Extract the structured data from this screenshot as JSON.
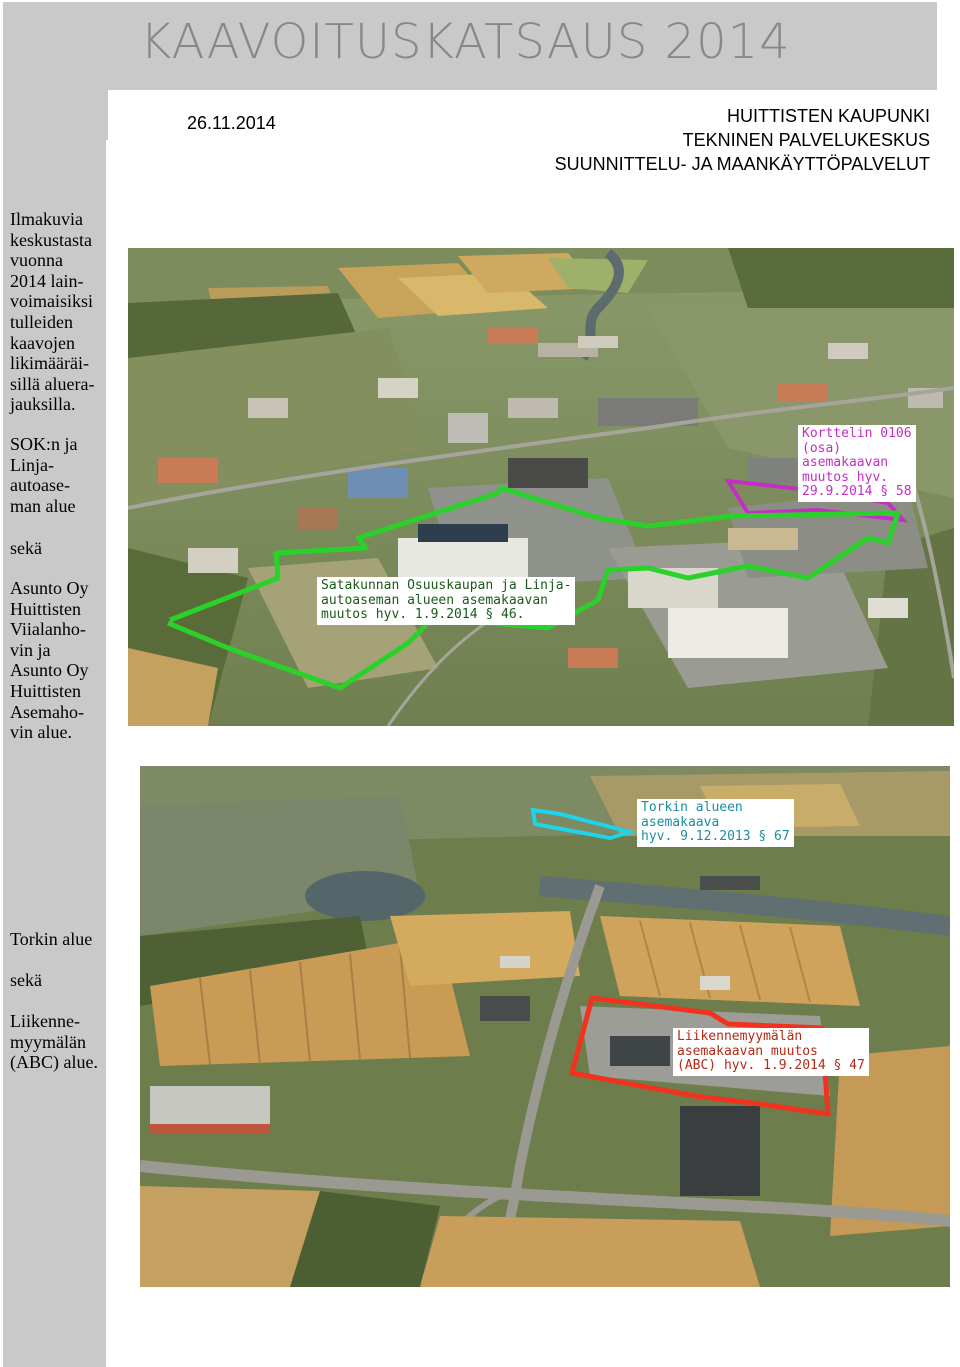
{
  "header": {
    "title": "KAAVOITUSKATSAUS 2014",
    "date": "26.11.2014",
    "org_lines": [
      "HUITTISTEN KAUPUNKI",
      "TEKNINEN PALVELUKESKUS",
      "SUUNNITTELU- JA MAANKÄYTTÖPALVELUT"
    ]
  },
  "sidebar": {
    "intro_lines": [
      "Ilmakuvia",
      "keskustasta",
      "vuonna",
      "2014 lain-",
      "voimaisiksi",
      "tulleiden",
      "kaavojen",
      "likimääräi-",
      "sillä aluera-",
      "jauksilla."
    ],
    "sok_lines": [
      "SOK:n ja",
      "Linja-",
      "autoase-",
      "man alue"
    ],
    "seka1": "sekä",
    "asunto_lines": [
      "Asunto Oy",
      "Huittisten",
      "Viialanho-",
      "vin ja",
      "Asunto Oy",
      "Huittisten",
      "Asemaho-",
      "vin alue."
    ],
    "torkki": "Torkin alue",
    "seka2": "sekä",
    "abc_lines": [
      "Liikenne-",
      "myymälän",
      "(ABC) alue."
    ]
  },
  "photo1": {
    "label_korttelin": [
      "Korttelin 0106",
      "(osa)",
      "asemakaavan",
      "muutos hyv.",
      "29.9.2014 § 58"
    ],
    "label_satakunnan": [
      "Satakunnan Osuuskaupan ja Linja-",
      "autoaseman alueen asemakaavan",
      "muutos hyv. 1.9.2014 § 46."
    ],
    "colors": {
      "korttelin": "#c52ec4",
      "satakunnan": "#2bd12b"
    }
  },
  "photo2": {
    "label_torkin": [
      "Torkin alueen",
      "asemakaava",
      "hyv. 9.12.2013 § 67"
    ],
    "label_abc": [
      "Liikennemyymälän",
      "asemakaavan muutos",
      "(ABC) hyv. 1.9.2014 § 47"
    ],
    "colors": {
      "torkin": "#1fd3e8",
      "abc": "#f0321e"
    }
  }
}
